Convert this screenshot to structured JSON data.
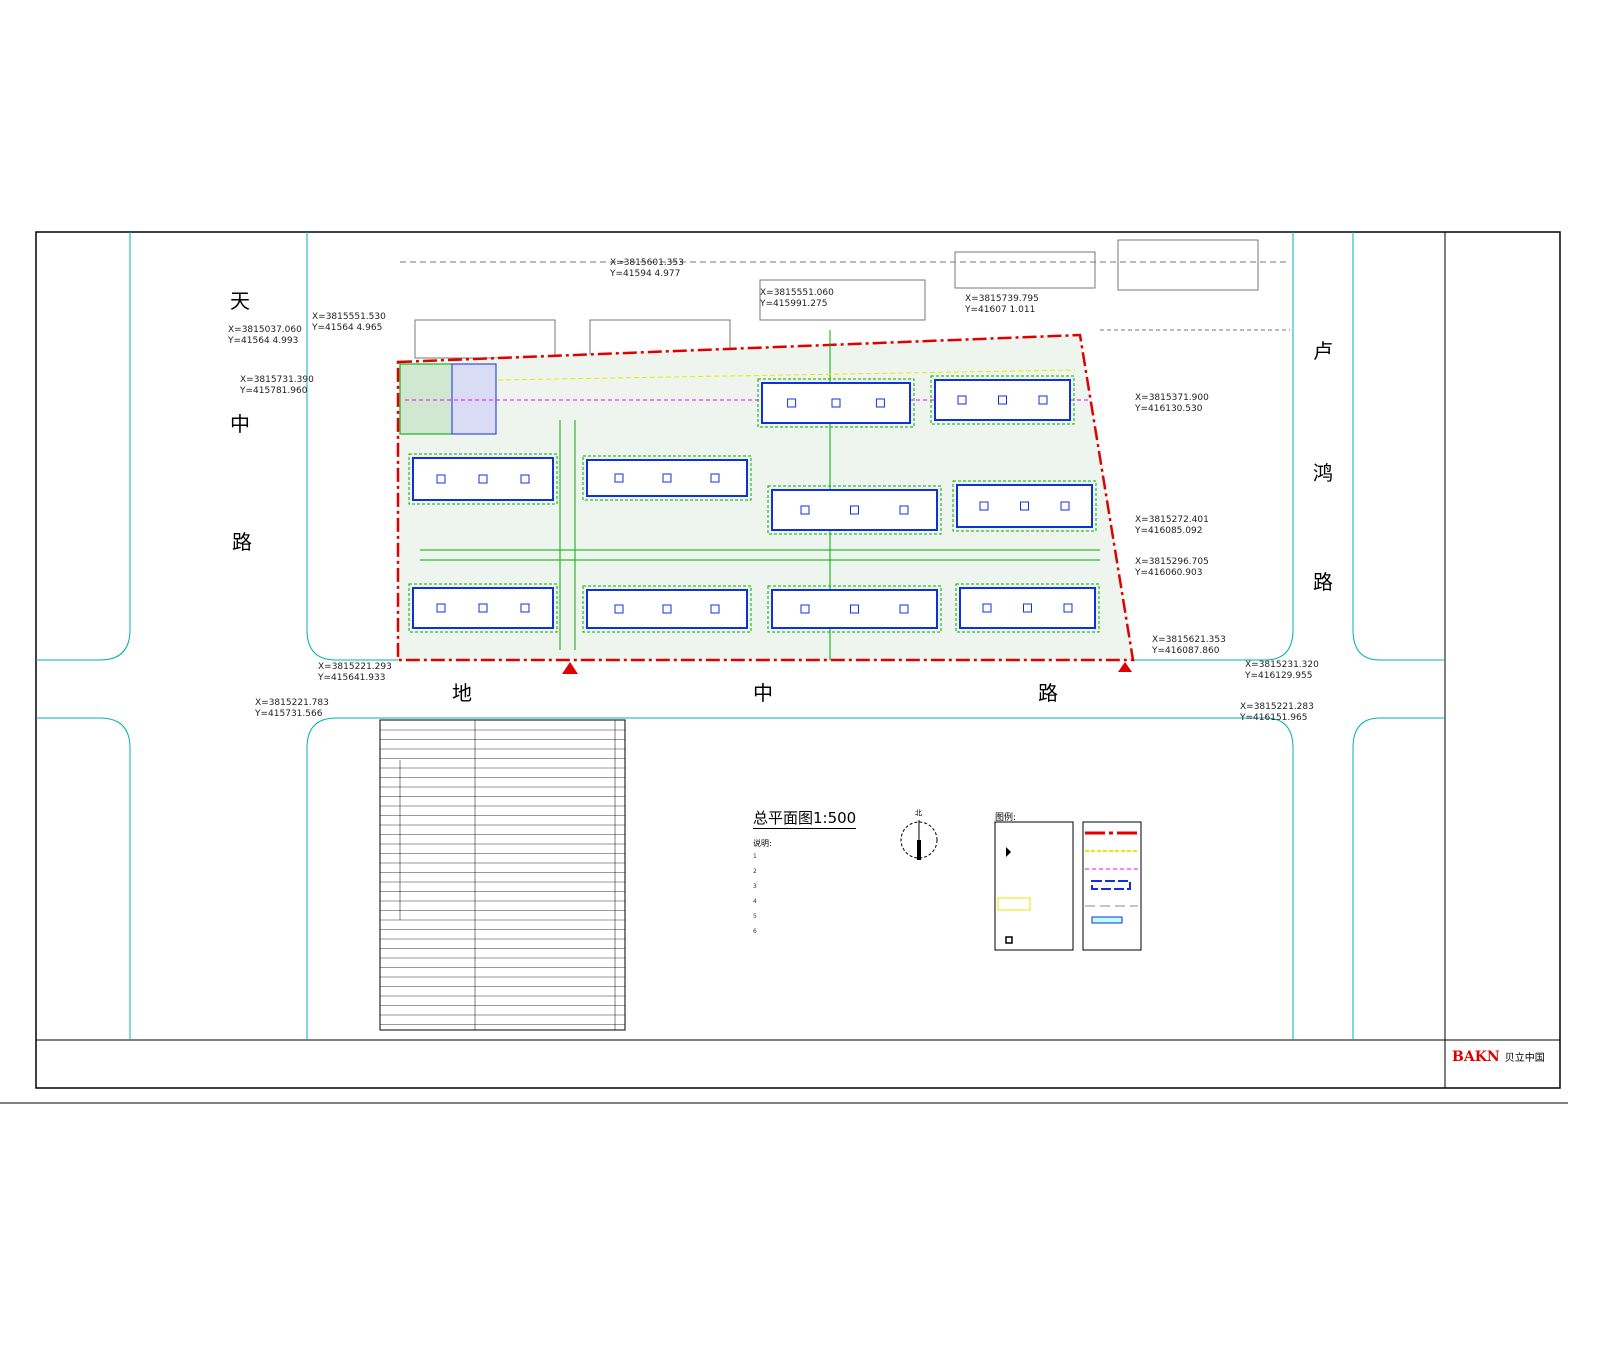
{
  "drawing": {
    "title": "总平面图1:500",
    "notes_heading": "说明:",
    "notes": [
      "1",
      "2",
      "3",
      "4",
      "5",
      "6"
    ],
    "legend_heading": "图例:",
    "north_label": "北"
  },
  "roads": {
    "west": [
      "天",
      "中",
      "路"
    ],
    "east": [
      "卢",
      "鸿",
      "路"
    ],
    "south": [
      "地",
      "中",
      "路"
    ]
  },
  "coordinates": [
    {
      "x": "X=3815037.060",
      "y": "Y=41564 4.993"
    },
    {
      "x": "X=3815731.390",
      "y": "Y=415781.960"
    },
    {
      "x": "X=3815551.530",
      "y": "Y=41564 4.965"
    },
    {
      "x": "X=3815601.353",
      "y": "Y=41594 4.977"
    },
    {
      "x": "X=3815551.060",
      "y": "Y=415991.275"
    },
    {
      "x": "X=3815739.795",
      "y": "Y=41607 1.011"
    },
    {
      "x": "X=3815371.900",
      "y": "Y=416130.530"
    },
    {
      "x": "X=3815272.401",
      "y": "Y=416085.092"
    },
    {
      "x": "X=3815296.705",
      "y": "Y=416060.903"
    },
    {
      "x": "X=3815221.293",
      "y": "Y=415641.933"
    },
    {
      "x": "X=3815221.783",
      "y": "Y=415731.566"
    },
    {
      "x": "X=3815621.353",
      "y": "Y=416087.860"
    },
    {
      "x": "X=3815231.320",
      "y": "Y=416129.955"
    },
    {
      "x": "X=3815221.283",
      "y": "Y=416151.965"
    }
  ],
  "logo": {
    "brand": "BAKN",
    "subtitle": "贝立中国"
  },
  "colors": {
    "boundary": "#e00000",
    "road": "#00b0b0",
    "building": "#1030e0",
    "green": "#00b000",
    "control": "#e8e800",
    "basement": "#ff00ff"
  }
}
